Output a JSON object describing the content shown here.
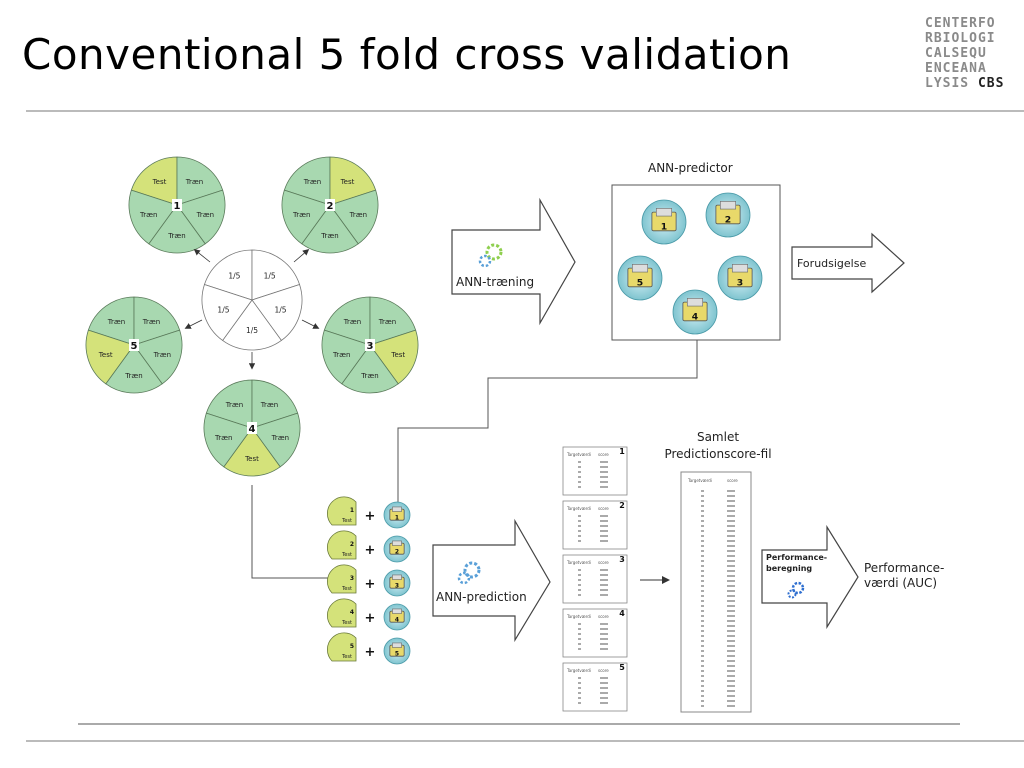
{
  "title": "Conventional 5 fold cross validation",
  "logo": {
    "lines": [
      "CENTERFO",
      "RBIOLOGI",
      "CALSEQU",
      "ENCEANA",
      "LYSIS"
    ],
    "mark": "CBS"
  },
  "colors": {
    "train": "#a8d8b0",
    "test": "#d4e27a",
    "center": "#ffffff",
    "arrow_fill": "#ffffff",
    "folder": "#e8d96a"
  },
  "folds": [
    {
      "number": "1",
      "segments": [
        "Test",
        "Træn",
        "Træn",
        "Træn",
        "Træn"
      ],
      "test_index": 0
    },
    {
      "number": "2",
      "segments": [
        "Træn",
        "Test",
        "Træn",
        "Træn",
        "Træn"
      ],
      "test_index": 1
    },
    {
      "number": "3",
      "segments": [
        "Træn",
        "Træn",
        "Test",
        "Træn",
        "Træn"
      ],
      "test_index": 2
    },
    {
      "number": "4",
      "segments": [
        "Træn",
        "Træn",
        "Træn",
        "Test",
        "Træn"
      ],
      "test_index": 3
    },
    {
      "number": "5",
      "segments": [
        "Træn",
        "Træn",
        "Træn",
        "Træn",
        "Test"
      ],
      "test_index": 4
    }
  ],
  "center_labels": [
    "1/5",
    "1/5",
    "1/5",
    "1/5",
    "1/5"
  ],
  "ann_training_label": "ANN-træning",
  "ann_predictor_title": "ANN-predictor",
  "predictor_numbers": [
    "1",
    "2",
    "3",
    "4",
    "5"
  ],
  "forudsigelse_label": "Forudsigelse",
  "test_pairs": [
    {
      "fold": "1",
      "label": "Test",
      "plus": "+"
    },
    {
      "fold": "2",
      "label": "Test",
      "plus": "+"
    },
    {
      "fold": "3",
      "label": "Test",
      "plus": "+"
    },
    {
      "fold": "4",
      "label": "Test",
      "plus": "+"
    },
    {
      "fold": "5",
      "label": "Test",
      "plus": "+"
    }
  ],
  "ann_prediction_label": "ANN-prediction",
  "score_sheets": [
    {
      "number": "1",
      "col1": "Targetværdi",
      "col2": "score"
    },
    {
      "number": "2",
      "col1": "Targetværdi",
      "col2": "score"
    },
    {
      "number": "3",
      "col1": "Targetværdi",
      "col2": "score"
    },
    {
      "number": "4",
      "col1": "Targetværdi",
      "col2": "score"
    },
    {
      "number": "5",
      "col1": "Targetværdi",
      "col2": "score"
    }
  ],
  "samlet_title": [
    "Samlet",
    "Predictionscore-fil"
  ],
  "samlet_cols": [
    "Targetværdi",
    "score"
  ],
  "performance_box": [
    "Performance-",
    "beregning"
  ],
  "performance_result": [
    "Performance-",
    "værdi (AUC)"
  ]
}
